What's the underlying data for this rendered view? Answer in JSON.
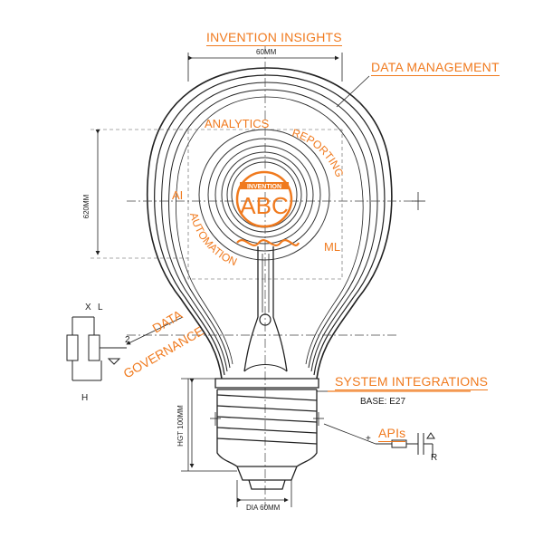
{
  "labels": {
    "invention_insights": "INVENTION INSIGHTS",
    "data_management": "DATA MANAGEMENT",
    "analytics": "ANALYTICS",
    "reporting": "REPORTING",
    "ai": "AI",
    "ml": "ML",
    "automation": "AUTOMATION",
    "data": "DATA",
    "governance": "GOVERNANCE",
    "system_integrations": "SYSTEM INTEGRATIONS",
    "apis": "APIs"
  },
  "logo": {
    "top_text": "INVENTION",
    "main_text": "ABC"
  },
  "dimensions": {
    "width_top": "60MM",
    "height_side": "620MM",
    "base_height": "HGT 100MM",
    "base_dia": "DIA 60MM",
    "base_type": "BASE: E27"
  },
  "schematic": {
    "x": "X",
    "l": "L",
    "h": "H",
    "two": "2",
    "plus": "+",
    "r": "R"
  },
  "colors": {
    "accent": "#f07a1e",
    "ink": "#222222"
  }
}
